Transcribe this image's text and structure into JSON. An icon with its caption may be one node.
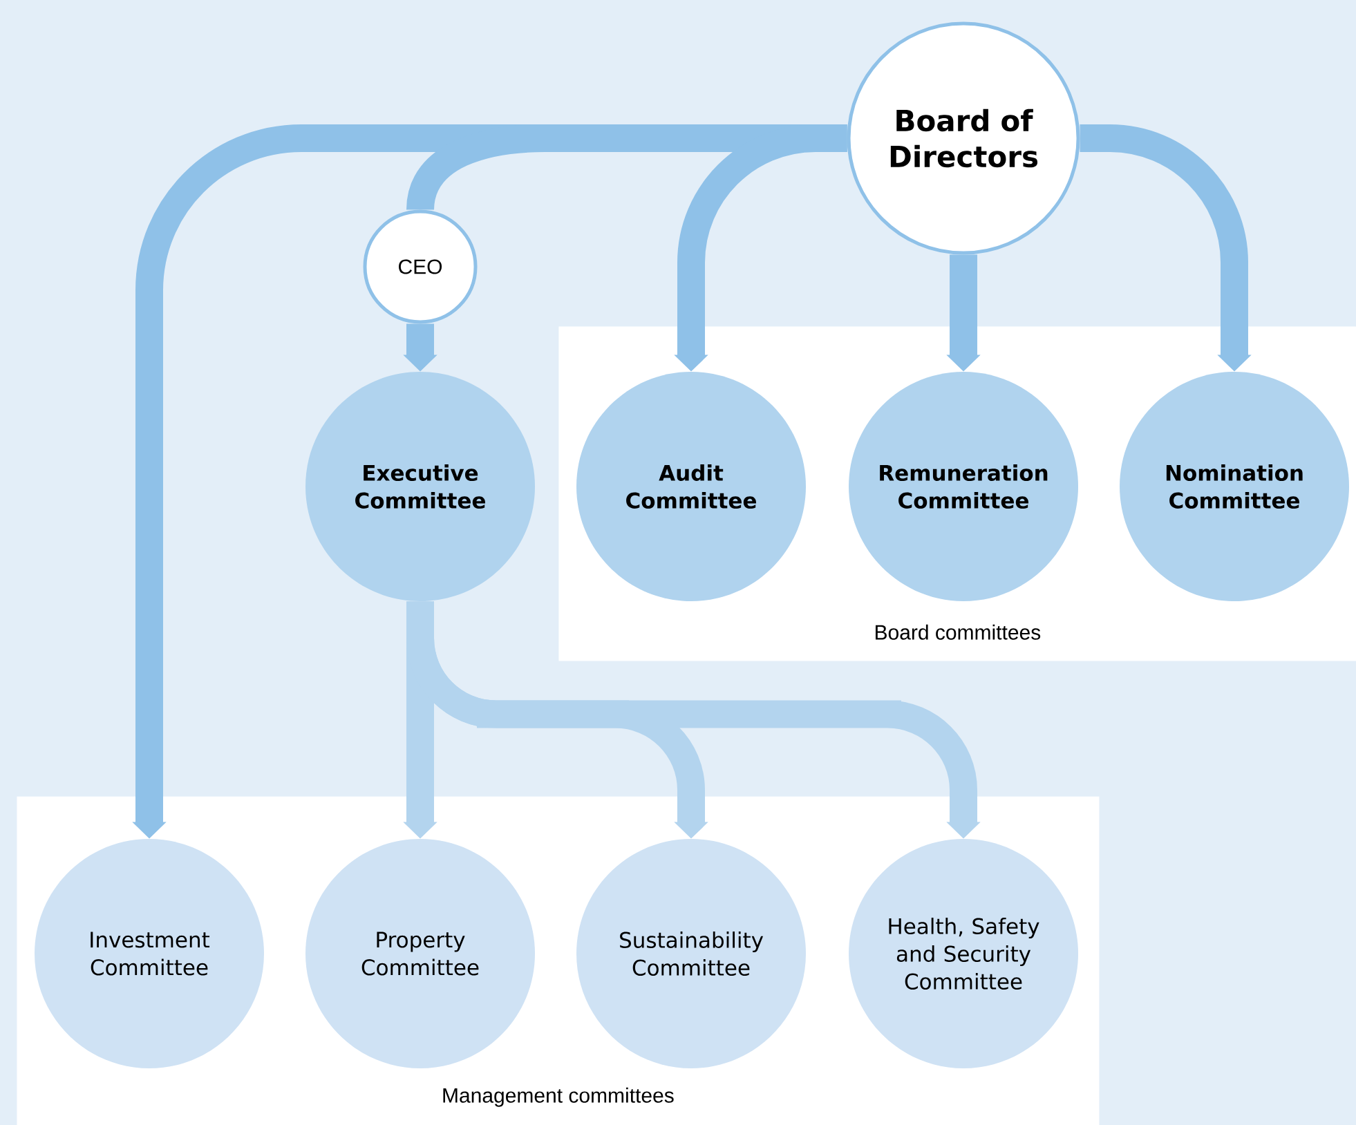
{
  "diagram": {
    "nodes": [
      {
        "text": [
          "Board of Directors"
        ]
      },
      {
        "text": [
          "CEO"
        ]
      },
      {
        "text": [
          "Executive Committee"
        ]
      },
      {
        "text": [
          "Board committees"
        ]
      },
      {
        "text": [
          "Audit Committee"
        ],
        "in": 3
      },
      {
        "text": [
          "Remuneration Committee"
        ],
        "in": 3
      },
      {
        "text": [
          "Nomination Committee"
        ],
        "in": 3
      },
      {
        "text": [
          "Management committees"
        ]
      },
      {
        "text": [
          "Investment Committee"
        ],
        "in": 7
      },
      {
        "text": [
          "Property Committee"
        ],
        "in": 7
      },
      {
        "text": [
          "Sustainability Committee"
        ],
        "in": 7
      },
      {
        "text": [
          "Health, Safety and Security Committee"
        ],
        "in": 7
      }
    ],
    "edges": [
      {
        "from": 0,
        "to": 8,
        "arrow": "to"
      },
      {
        "from": 0,
        "to": 1,
        "arrow": "none"
      },
      {
        "from": 0,
        "to": 4,
        "arrow": "to"
      },
      {
        "from": 0,
        "to": 5,
        "arrow": "to"
      },
      {
        "from": 0,
        "to": 6,
        "arrow": "to"
      },
      {
        "from": 1,
        "to": 2,
        "arrow": "to"
      },
      {
        "from": 2,
        "to": 9,
        "arrow": "to",
        "color": "#b3d4ee"
      },
      {
        "from": 2,
        "to": 10,
        "arrow": "to",
        "color": "#b3d4ee"
      },
      {
        "from": 2,
        "to": 11,
        "arrow": "to",
        "color": "#b3d4ee"
      }
    ]
  }
}
